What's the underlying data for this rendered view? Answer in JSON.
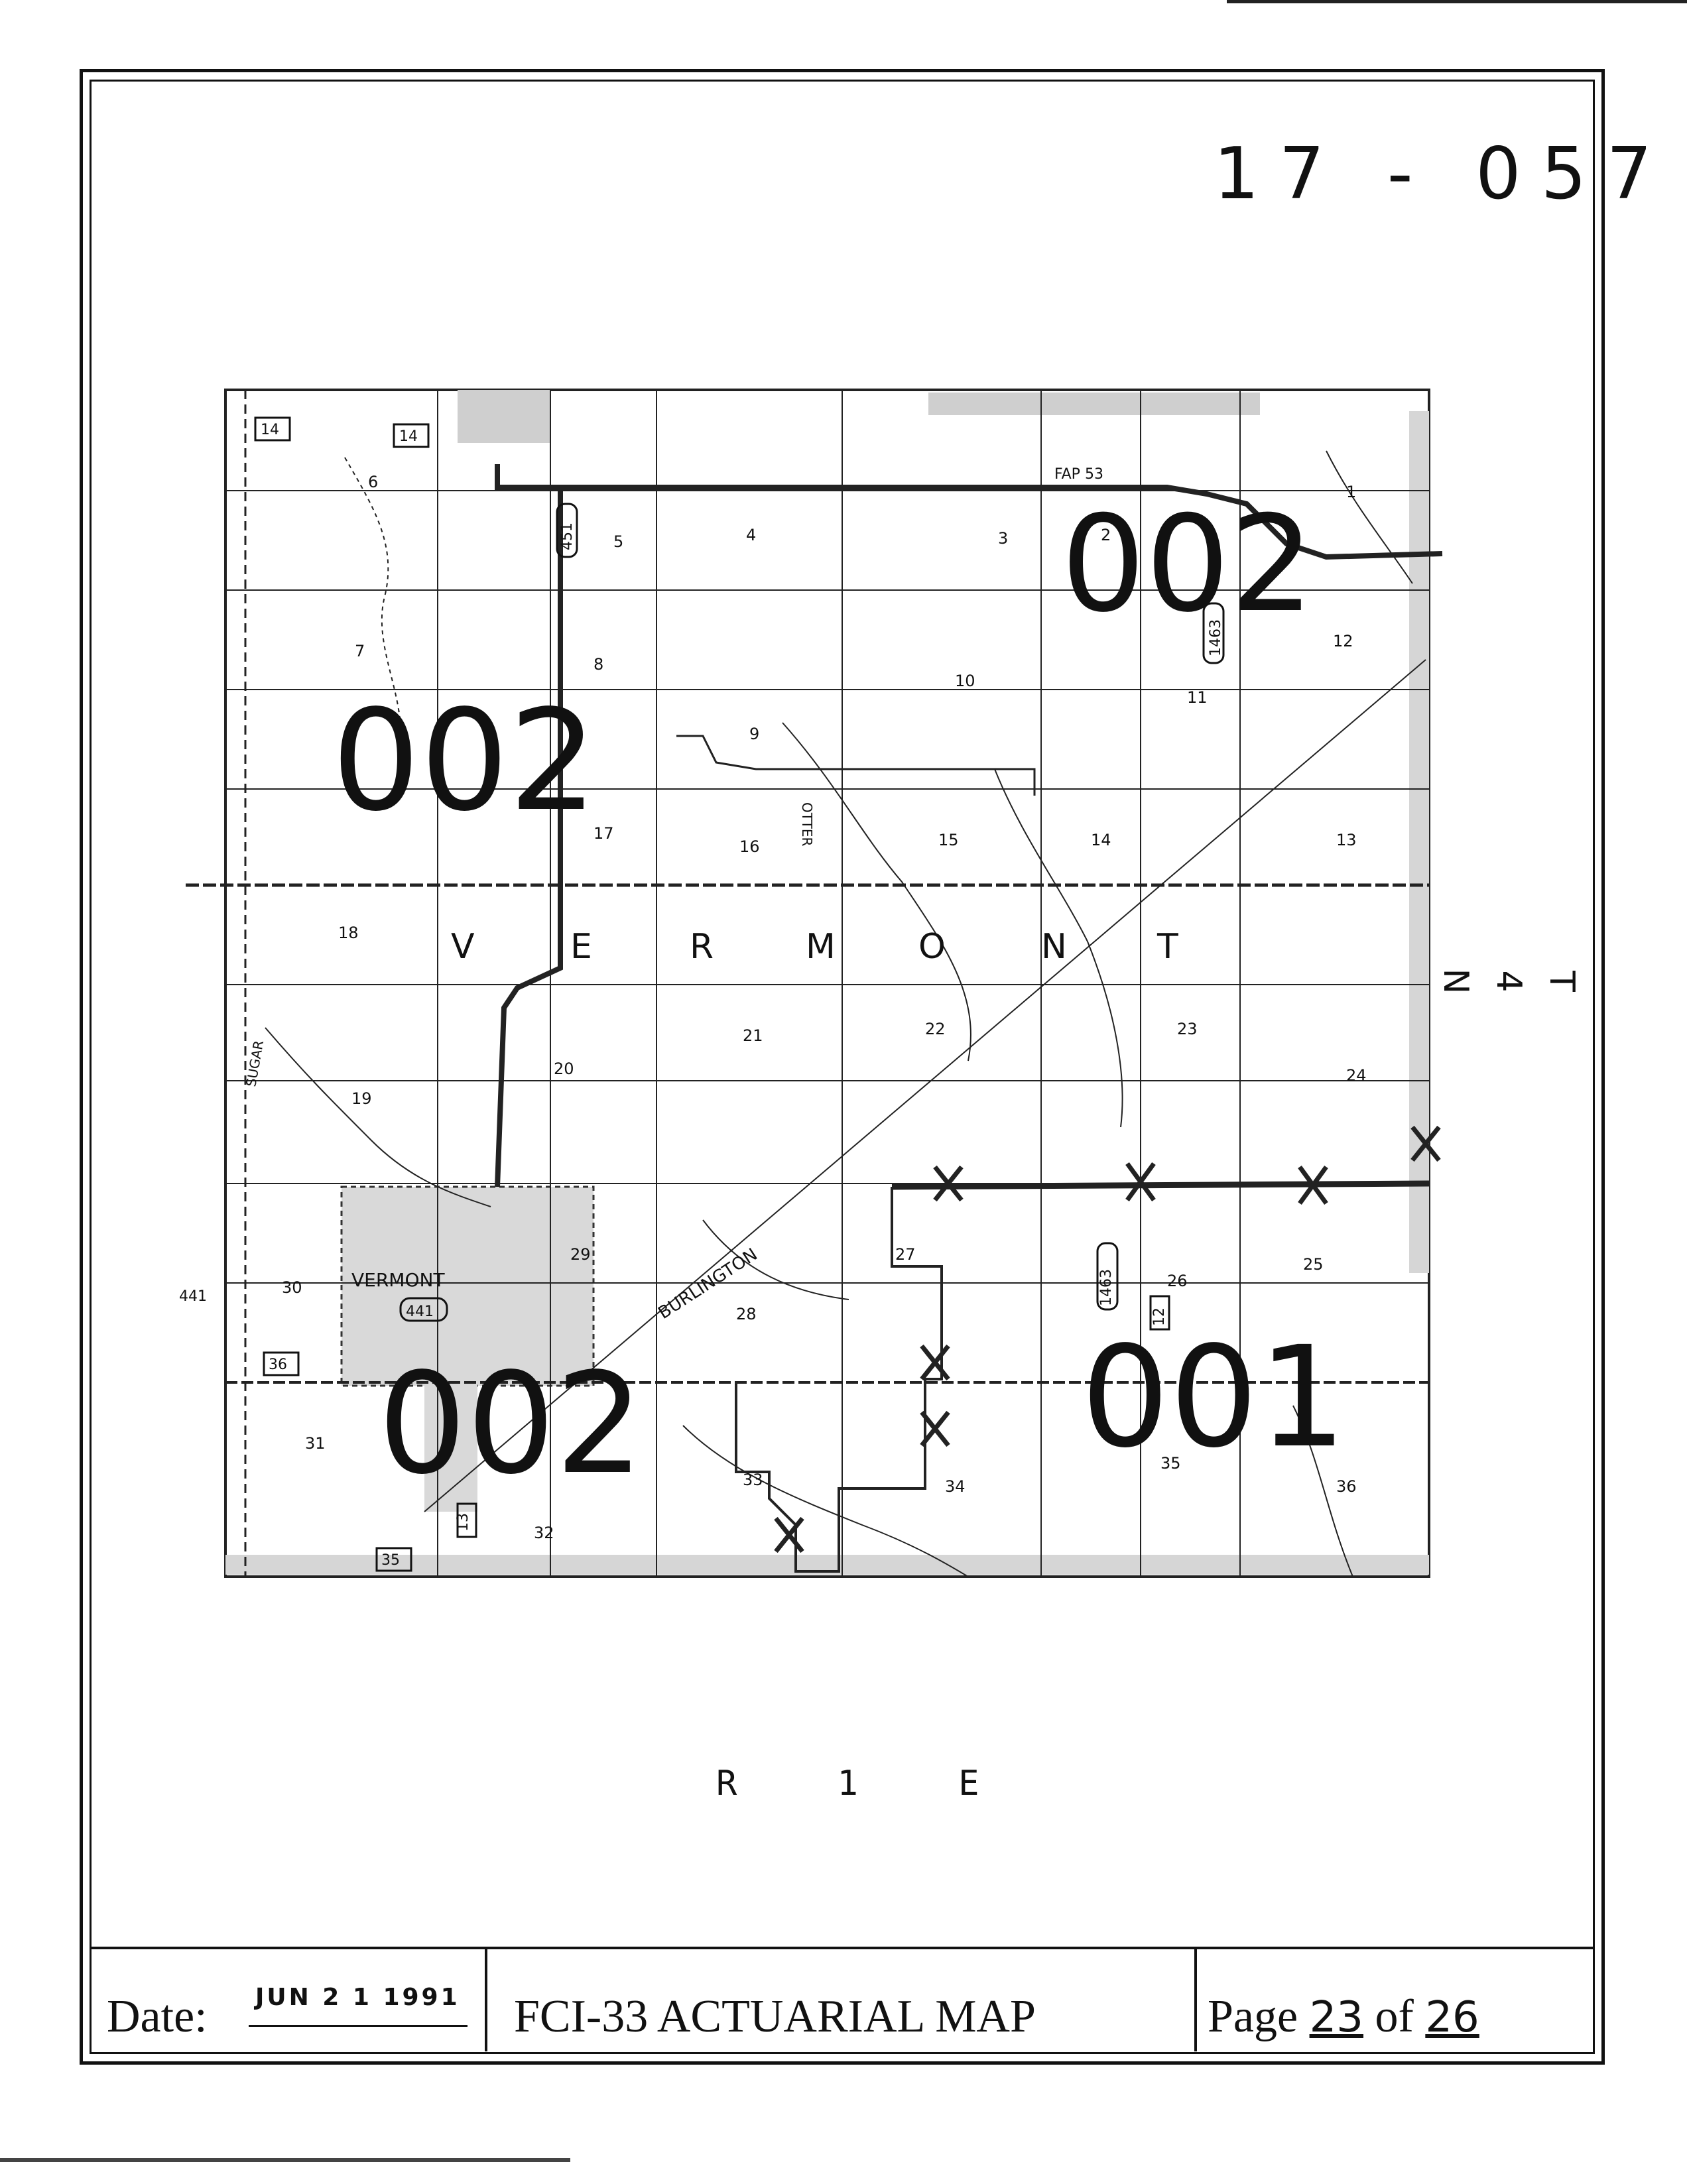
{
  "map_number": "17 - 057",
  "range_label": "R 1 E",
  "township_label": "T 4 N",
  "footer": {
    "date_label": "Date:",
    "date_value": "JUN 2 1 1991",
    "title": "FCI-33 ACTUARIAL MAP",
    "page_label": "Page",
    "page_current": "23",
    "page_of": "of",
    "page_total": "26"
  },
  "map": {
    "township_name": [
      "V",
      "E",
      "R",
      "M",
      "O",
      "N",
      "T"
    ],
    "town_name": "VERMONT",
    "place_names": [
      "BURLINGTON",
      "SUGAR",
      "OTTER"
    ],
    "road_labels": [
      "FAP 53",
      "451",
      "1463",
      "441",
      "14",
      "14",
      "36",
      "35",
      "13",
      "12",
      "1463",
      "441"
    ],
    "sections": [
      "1",
      "2",
      "3",
      "4",
      "5",
      "6",
      "7",
      "8",
      "9",
      "10",
      "11",
      "12",
      "13",
      "14",
      "15",
      "16",
      "17",
      "18",
      "19",
      "20",
      "21",
      "22",
      "23",
      "24",
      "25",
      "26",
      "27",
      "28",
      "29",
      "30",
      "31",
      "32",
      "33",
      "34",
      "35",
      "36"
    ],
    "zone_labels": [
      "002",
      "002",
      "002",
      "001"
    ]
  }
}
